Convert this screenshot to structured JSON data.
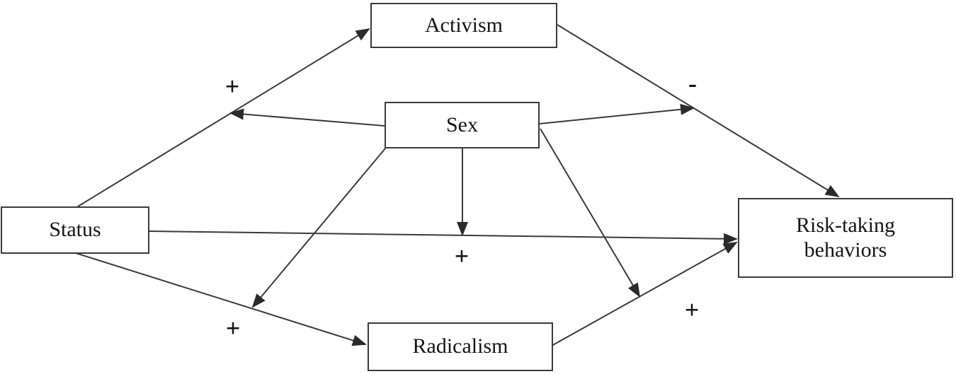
{
  "diagram": {
    "type": "path-model",
    "background_color": "#ffffff",
    "line_color": "#3a3a3a",
    "box_border_color": "#3a3a3a",
    "text_color": "#141414",
    "nodes": {
      "activism": {
        "label": "Activism"
      },
      "sex": {
        "label": "Sex"
      },
      "status": {
        "label": "Status"
      },
      "radicalism": {
        "label": "Radicalism"
      },
      "risk_taking": {
        "label": "Risk-taking behaviors",
        "label_lines": [
          "Risk-taking",
          "behaviors"
        ]
      }
    },
    "edges": [
      {
        "from": "Status",
        "to": "Activism",
        "sign": "+"
      },
      {
        "from": "Activism",
        "to": "Risk-taking behaviors",
        "sign": "-"
      },
      {
        "from": "Status",
        "to": "Risk-taking behaviors",
        "sign": "+"
      },
      {
        "from": "Status",
        "to": "Radicalism",
        "sign": "+"
      },
      {
        "from": "Radicalism",
        "to": "Risk-taking behaviors",
        "sign": "+"
      },
      {
        "from": "Sex",
        "moderates": "Status to Activism path"
      },
      {
        "from": "Sex",
        "moderates": "Activism to Risk-taking behaviors path"
      },
      {
        "from": "Sex",
        "moderates": "Status to Risk-taking behaviors path"
      },
      {
        "from": "Sex",
        "moderates": "Status to Radicalism path"
      },
      {
        "from": "Sex",
        "moderates": "Radicalism to Risk-taking behaviors path"
      }
    ]
  }
}
